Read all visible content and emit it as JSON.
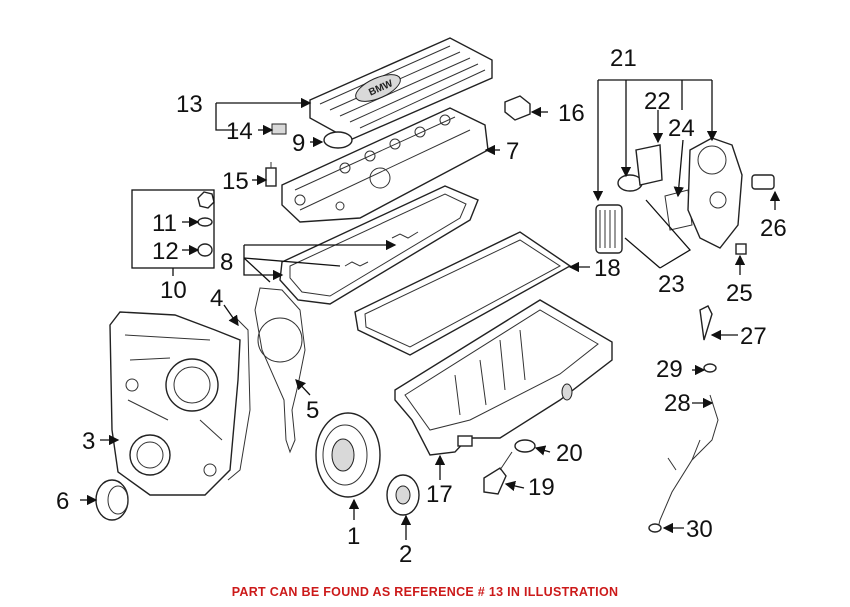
{
  "diagram": {
    "callouts": {
      "c1": "1",
      "c2": "2",
      "c3": "3",
      "c4": "4",
      "c5": "5",
      "c6": "6",
      "c7": "7",
      "c8": "8",
      "c9": "9",
      "c10": "10",
      "c11": "11",
      "c12": "12",
      "c13": "13",
      "c14": "14",
      "c15": "15",
      "c16": "16",
      "c17": "17",
      "c18": "18",
      "c19": "19",
      "c20": "20",
      "c21": "21",
      "c22": "22",
      "c23": "23",
      "c24": "24",
      "c25": "25",
      "c26": "26",
      "c27": "27",
      "c28": "28",
      "c29": "29",
      "c30": "30"
    },
    "cover_logo": "BMW",
    "caption": "PART CAN BE FOUND AS REFERENCE # 13 IN ILLUSTRATION",
    "caption_color": "#cc1a1a"
  }
}
